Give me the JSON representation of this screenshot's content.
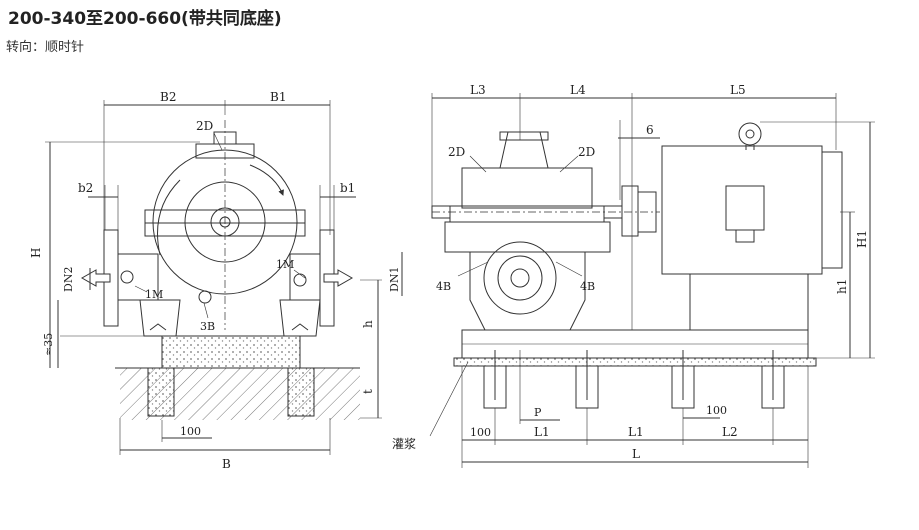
{
  "header": {
    "title": "200-340至200-660(带共同底座)",
    "rotation": "转向：顺时针"
  },
  "left_view": {
    "dims": {
      "B2": "B2",
      "B1": "B1",
      "b2": "b2",
      "b1": "b1",
      "H": "H",
      "DN2": "DN2",
      "DN1": "DN1",
      "h": "h",
      "t": "t",
      "ann35": "≈35",
      "d100": "100",
      "B": "B"
    },
    "callouts": {
      "c2D": "2D",
      "c1M_left": "1M",
      "c1M_right": "1M",
      "c3B": "3B"
    }
  },
  "right_view": {
    "dims": {
      "L3": "L3",
      "L4": "L4",
      "L5": "L5",
      "d6": "6",
      "H1": "H1",
      "h1": "h1",
      "P": "P",
      "d100_left": "100",
      "d100_mid": "100",
      "L1a": "L1",
      "L1b": "L1",
      "L2": "L2",
      "L": "L"
    },
    "callouts": {
      "c2D_left": "2D",
      "c2D_right": "2D",
      "c4B_left": "4B",
      "c4B_right": "4B",
      "grout": "灌浆"
    }
  },
  "colors": {
    "line": "#333333",
    "concrete_dot": "#777777"
  }
}
